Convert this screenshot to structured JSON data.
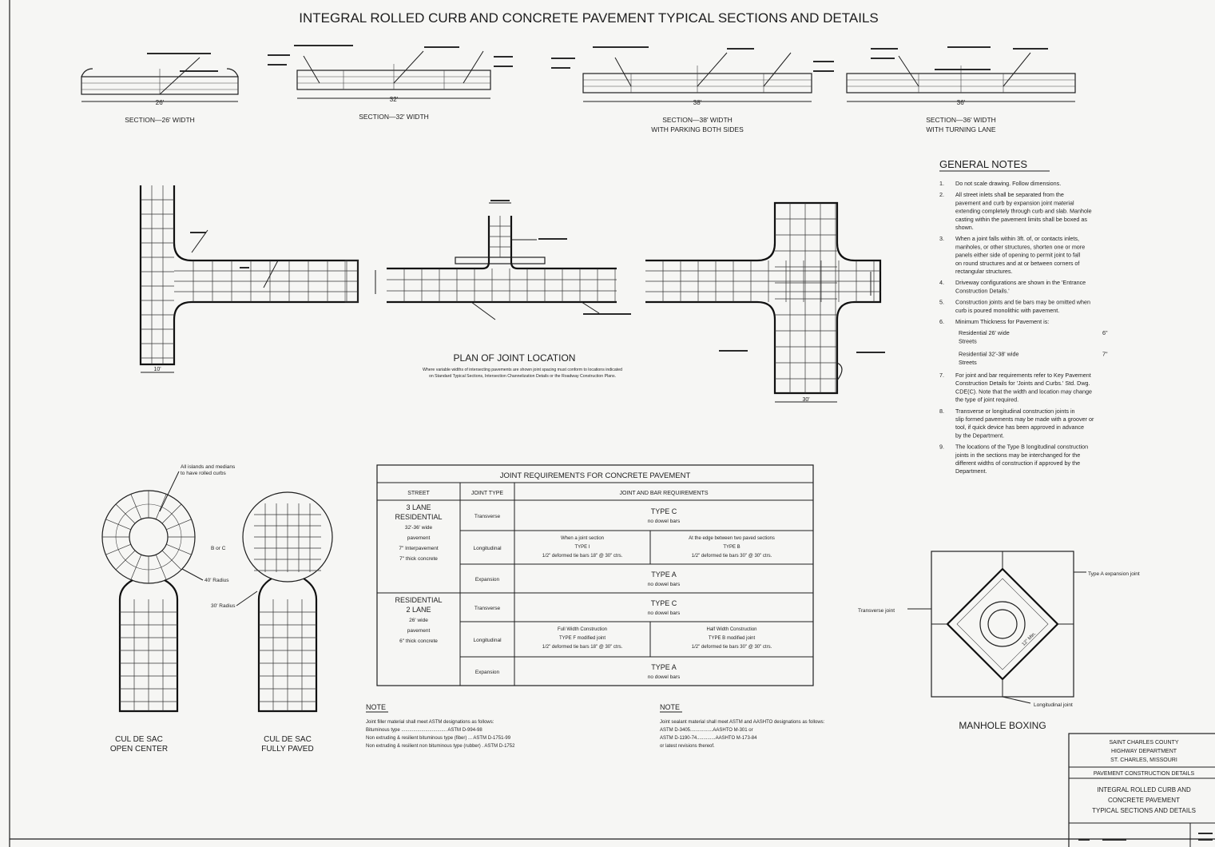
{
  "sheet": {
    "title": "INTEGRAL ROLLED CURB AND CONCRETE PAVEMENT TYPICAL SECTIONS AND DETAILS"
  },
  "sections": [
    {
      "label": "SECTION—26' WIDTH",
      "sublabel": "",
      "dim": "26'"
    },
    {
      "label": "SECTION—32' WIDTH",
      "sublabel": "",
      "dim": "32'"
    },
    {
      "label": "SECTION—38' WIDTH",
      "sublabel": "WITH PARKING BOTH SIDES",
      "dim": "38'"
    },
    {
      "label": "SECTION—36' WIDTH",
      "sublabel": "WITH TURNING LANE",
      "dim": "36'"
    }
  ],
  "plan": {
    "title": "PLAN OF JOINT LOCATION",
    "note": "Where variable widths of intersecting pavements are shown joint spacing must conform to locations indicated",
    "note2": "on Standard Typical Sections, Intersection Channelization Details or the Roadway Construction Plans."
  },
  "general_notes": {
    "heading": "GENERAL NOTES",
    "items": [
      {
        "num": "1.",
        "lines": [
          "Do not scale drawing.  Follow dimensions."
        ]
      },
      {
        "num": "2.",
        "lines": [
          "All street inlets shall be separated from the",
          "pavement and curb by expansion joint material",
          "extending completely through curb and slab. Manhole",
          "casting within the pavement limits shall be boxed as",
          "shown."
        ]
      },
      {
        "num": "3.",
        "lines": [
          "When a joint falls within 3ft. of, or contacts inlets,",
          "manholes, or other structures, shorten one or more",
          "panels either side of opening to permit joint to fall",
          "on round structures and at or between corners of",
          "rectangular structures."
        ]
      },
      {
        "num": "4.",
        "lines": [
          "Driveway configurations are shown in the 'Entrance",
          "Construction Details.'"
        ]
      },
      {
        "num": "5.",
        "lines": [
          "Construction joints and tie bars may be omitted when",
          "curb is poured monolithic with pavement."
        ]
      },
      {
        "num": "6.",
        "lines": [
          "Minimum Thickness for Pavement is:"
        ]
      }
    ],
    "thickness_rows": [
      {
        "desc": "Residential  26' wide",
        "desc2": "Streets",
        "value": "6\""
      },
      {
        "desc": "Residential  32'-38' wide",
        "desc2": "Streets",
        "value": "7\""
      }
    ],
    "items_after": [
      {
        "num": "7.",
        "lines": [
          "For joint and bar requirements refer to Key Pavement",
          "Construction Details for 'Joints and Curbs.' Std. Dwg.",
          "CDE(C). Note that the width and location may change",
          "the type of joint required."
        ]
      },
      {
        "num": "8.",
        "lines": [
          "Transverse or longitudinal construction joints in",
          "slip formed pavements may be made with a groover or",
          "tool, if quick device has been approved in advance",
          "by the Department."
        ]
      },
      {
        "num": "9.",
        "lines": [
          "The locations of the Type B longitudinal construction",
          "joints in the sections may be interchanged for the",
          "different widths of construction if approved by the",
          "Department."
        ]
      }
    ]
  },
  "joint_table": {
    "title": "JOINT REQUIREMENTS FOR CONCRETE PAVEMENT",
    "headers": [
      "STREET",
      "JOINT TYPE",
      "JOINT AND BAR REQUIREMENTS"
    ],
    "groups": [
      {
        "street": [
          "3 LANE",
          "RESIDENTIAL",
          "32'-36' wide",
          "pavement",
          "7\" Interpavement",
          "7\" thick concrete"
        ],
        "rows": [
          {
            "type": "Transverse",
            "req": [
              "TYPE C",
              "no dowel bars"
            ]
          },
          {
            "type": "Longitudinal",
            "req_left": [
              "When a joint section",
              "TYPE I",
              "1/2\" deformed tie bars 18\" @ 30\" ctrs."
            ],
            "req_right": [
              "At the edge between two paved sections",
              "TYPE B",
              "1/2\" deformed tie bars 30\" @ 30\" ctrs."
            ]
          },
          {
            "type": "Expansion",
            "req": [
              "TYPE A",
              "no dowel bars"
            ]
          }
        ]
      },
      {
        "street": [
          "RESIDENTIAL",
          "2 LANE",
          "26' wide",
          "pavement",
          "6\" thick concrete"
        ],
        "rows": [
          {
            "type": "Transverse",
            "req": [
              "TYPE C",
              "no dowel bars"
            ]
          },
          {
            "type": "Longitudinal",
            "req_left": [
              "Full Width Construction",
              "TYPE F modified joint",
              "1/2\" deformed tie bars 18\" @ 30\" ctrs."
            ],
            "req_right": [
              "Half Width Construction",
              "TYPE B modified joint",
              "1/2\" deformed tie bars 30\" @ 30\" ctrs."
            ]
          },
          {
            "type": "Expansion",
            "req": [
              "TYPE A",
              "no dowel bars"
            ]
          }
        ]
      }
    ]
  },
  "cul_de_sac": {
    "open_label": [
      "CUL DE SAC",
      "OPEN CENTER"
    ],
    "paved_label": [
      "CUL DE SAC",
      "FULLY PAVED"
    ],
    "callouts": {
      "top": "All islands and medians",
      "top2": "to have rolled curbs",
      "r_outer": "40' Radius",
      "r_inner": "30' Radius",
      "bc": "B or C"
    }
  },
  "notes_left": {
    "heading": "NOTE",
    "lines": [
      "Joint filler material shall meet ASTM designations as follows:",
      "Bituminous type .................................. ASTM   D-994-98",
      "Non extruding & resilient bituminous type (fiber) ... ASTM   D-1751-99",
      "Non extruding & resilient non bituminous type (rubber) . ASTM   D-1752"
    ]
  },
  "notes_right": {
    "heading": "NOTE",
    "lines": [
      "Joint sealant material shall meet ASTM and AASHTO designations as follows:",
      "ASTM D-3405.................AASHTO M-301  or",
      "ASTM D-1190-74..............AASHTO M-173-84",
      "or latest revisions thereof."
    ]
  },
  "manhole": {
    "title": "MANHOLE BOXING",
    "callouts": {
      "right": "Type A expansion joint",
      "left": "Transverse joint",
      "bottom": "Longitudinal joint",
      "dim": "12\" Min."
    }
  },
  "title_block": {
    "agency": [
      "SAINT CHARLES COUNTY",
      "HIGHWAY DEPARTMENT",
      "ST. CHARLES, MISSOURI"
    ],
    "category": "PAVEMENT CONSTRUCTION DETAILS",
    "drawing": [
      "INTEGRAL ROLLED CURB AND",
      "CONCRETE PAVEMENT",
      "TYPICAL SECTIONS AND DETAILS"
    ]
  }
}
